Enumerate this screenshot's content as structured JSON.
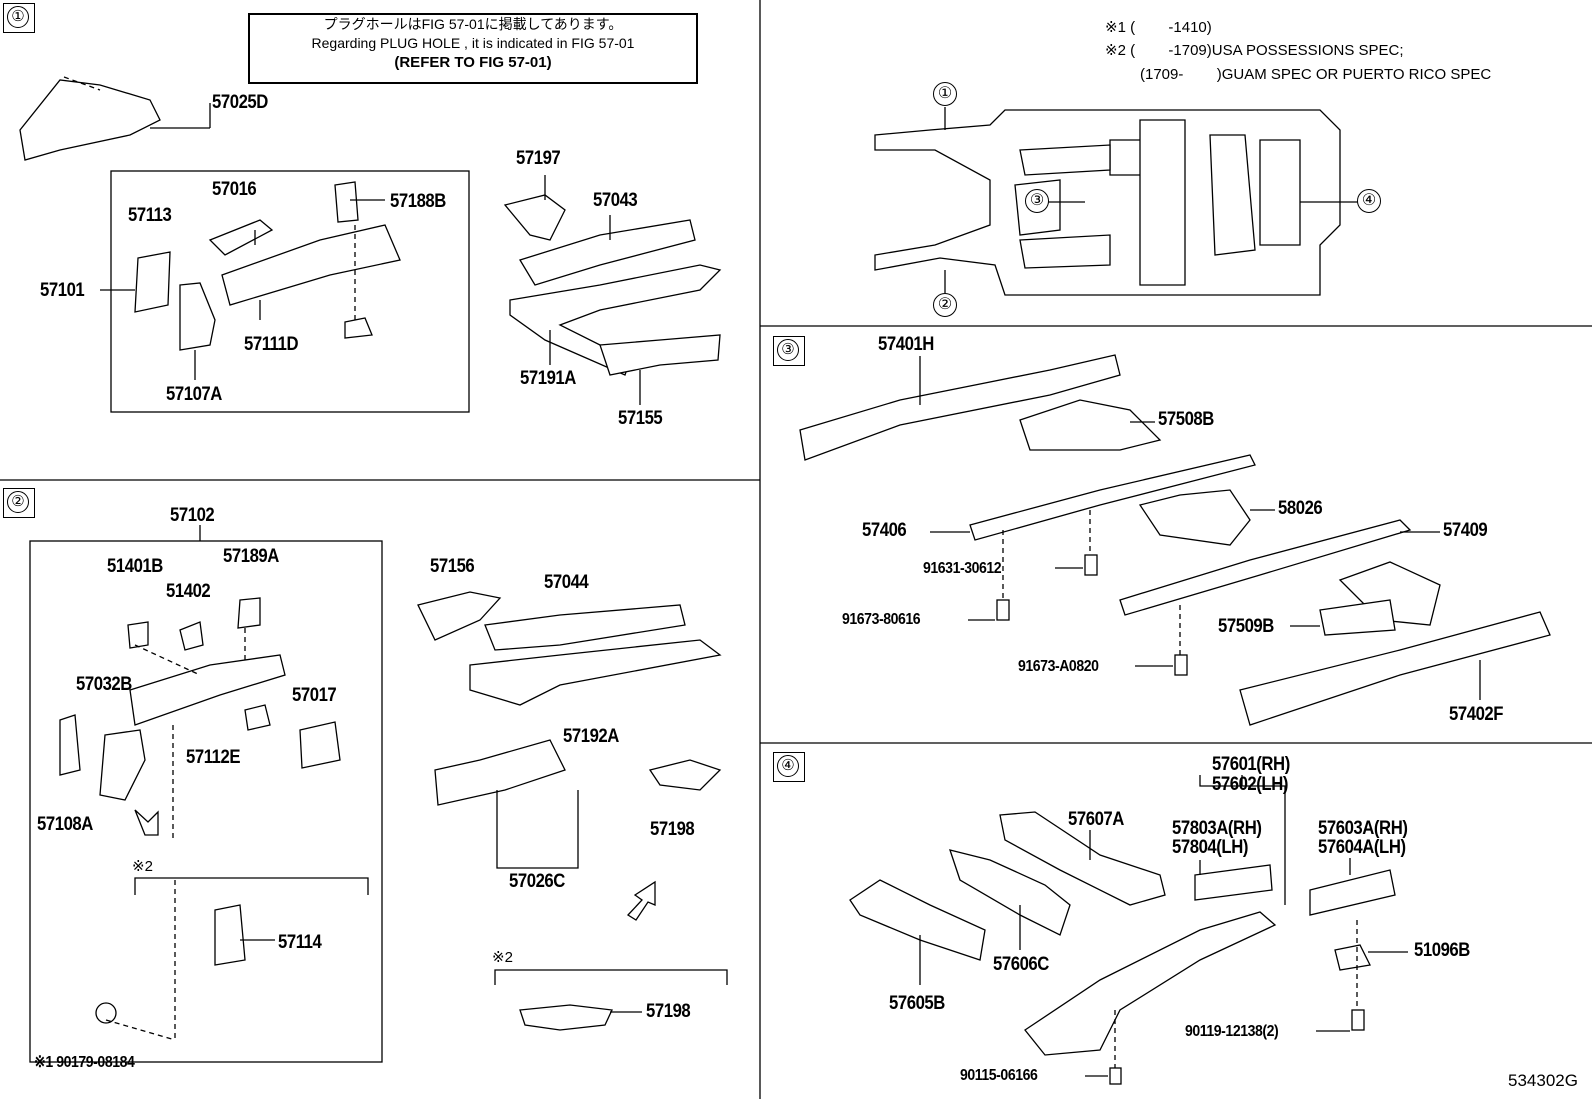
{
  "figure_code": "534302G",
  "note": {
    "jp": "プラグホールはFIG 57-01に掲載してあります。",
    "en": "Regarding PLUG HOLE , it is indicated in FIG 57-01",
    "ref": "(REFER TO FIG 57-01)"
  },
  "spec_notes": {
    "n1": "※1 (        -1410)",
    "n2": "※2 (        -1709)USA POSSESSIONS SPEC;",
    "n3": "(1709-        )GUAM SPEC OR PUERTO RICO SPEC"
  },
  "sections": {
    "s1": "①",
    "s2": "②",
    "s3": "③",
    "s4": "④"
  },
  "overview_callouts": [
    "①",
    "②",
    "③",
    "④"
  ],
  "panel1": {
    "p57025D": "57025D",
    "p57016": "57016",
    "p57188B": "57188B",
    "p57113": "57113",
    "p57101": "57101",
    "p57111D": "57111D",
    "p57107A": "57107A",
    "p57197": "57197",
    "p57043": "57043",
    "p57191A": "57191A",
    "p57155": "57155"
  },
  "panel2": {
    "p57102": "57102",
    "p51401B": "51401B",
    "p57189A": "57189A",
    "p51402": "51402",
    "p57032B": "57032B",
    "p57017": "57017",
    "p57112E": "57112E",
    "p57108A": "57108A",
    "mark2a": "※2",
    "p57114": "57114",
    "p90179": "※1 90179-08184",
    "p57156": "57156",
    "p57044": "57044",
    "p57192A": "57192A",
    "p57026C": "57026C",
    "p57198a": "57198",
    "mark2b": "※2",
    "p57198b": "57198"
  },
  "panel3": {
    "p57401H": "57401H",
    "p57508B": "57508B",
    "p57406": "57406",
    "p58026": "58026",
    "p57409": "57409",
    "p91631": "91631-30612",
    "p91673a": "91673-80616",
    "p57509B": "57509B",
    "p91673b": "91673-A0820",
    "p57402F": "57402F"
  },
  "panel4": {
    "p57601": "57601(RH)",
    "p57602": "57602(LH)",
    "p57607A": "57607A",
    "p57803A": "57803A(RH)",
    "p57804": "57804(LH)",
    "p57603A": "57603A(RH)",
    "p57604A": "57604A(LH)",
    "p51096B": "51096B",
    "p57606C": "57606C",
    "p57605B": "57605B",
    "p90119": "90119-12138(2)",
    "p90115": "90115-06166"
  }
}
